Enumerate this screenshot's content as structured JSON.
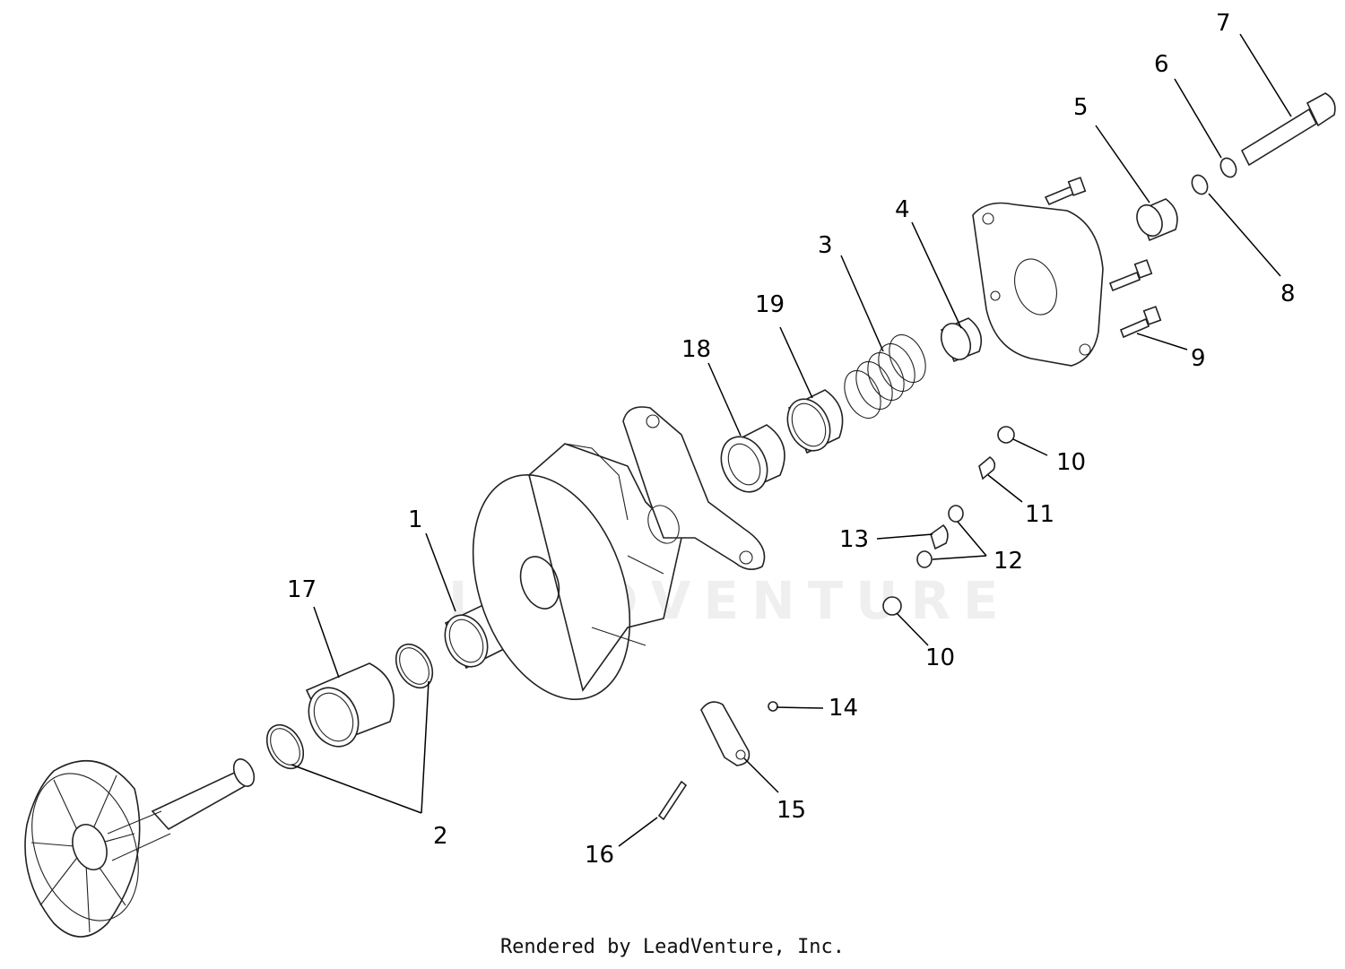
{
  "colors": {
    "line": "#000000",
    "background": "#ffffff"
  },
  "callouts": {
    "c1": "1",
    "c2": "2",
    "c3": "3",
    "c4": "4",
    "c5": "5",
    "c6": "6",
    "c7": "7",
    "c8": "8",
    "c9": "9",
    "c10a": "10",
    "c10b": "10",
    "c11": "11",
    "c12": "12",
    "c13": "13",
    "c14": "14",
    "c15": "15",
    "c16": "16",
    "c17": "17",
    "c18": "18",
    "c19": "19"
  },
  "watermark": "LEADVENTURE",
  "footer": "Rendered by LeadVenture, Inc."
}
